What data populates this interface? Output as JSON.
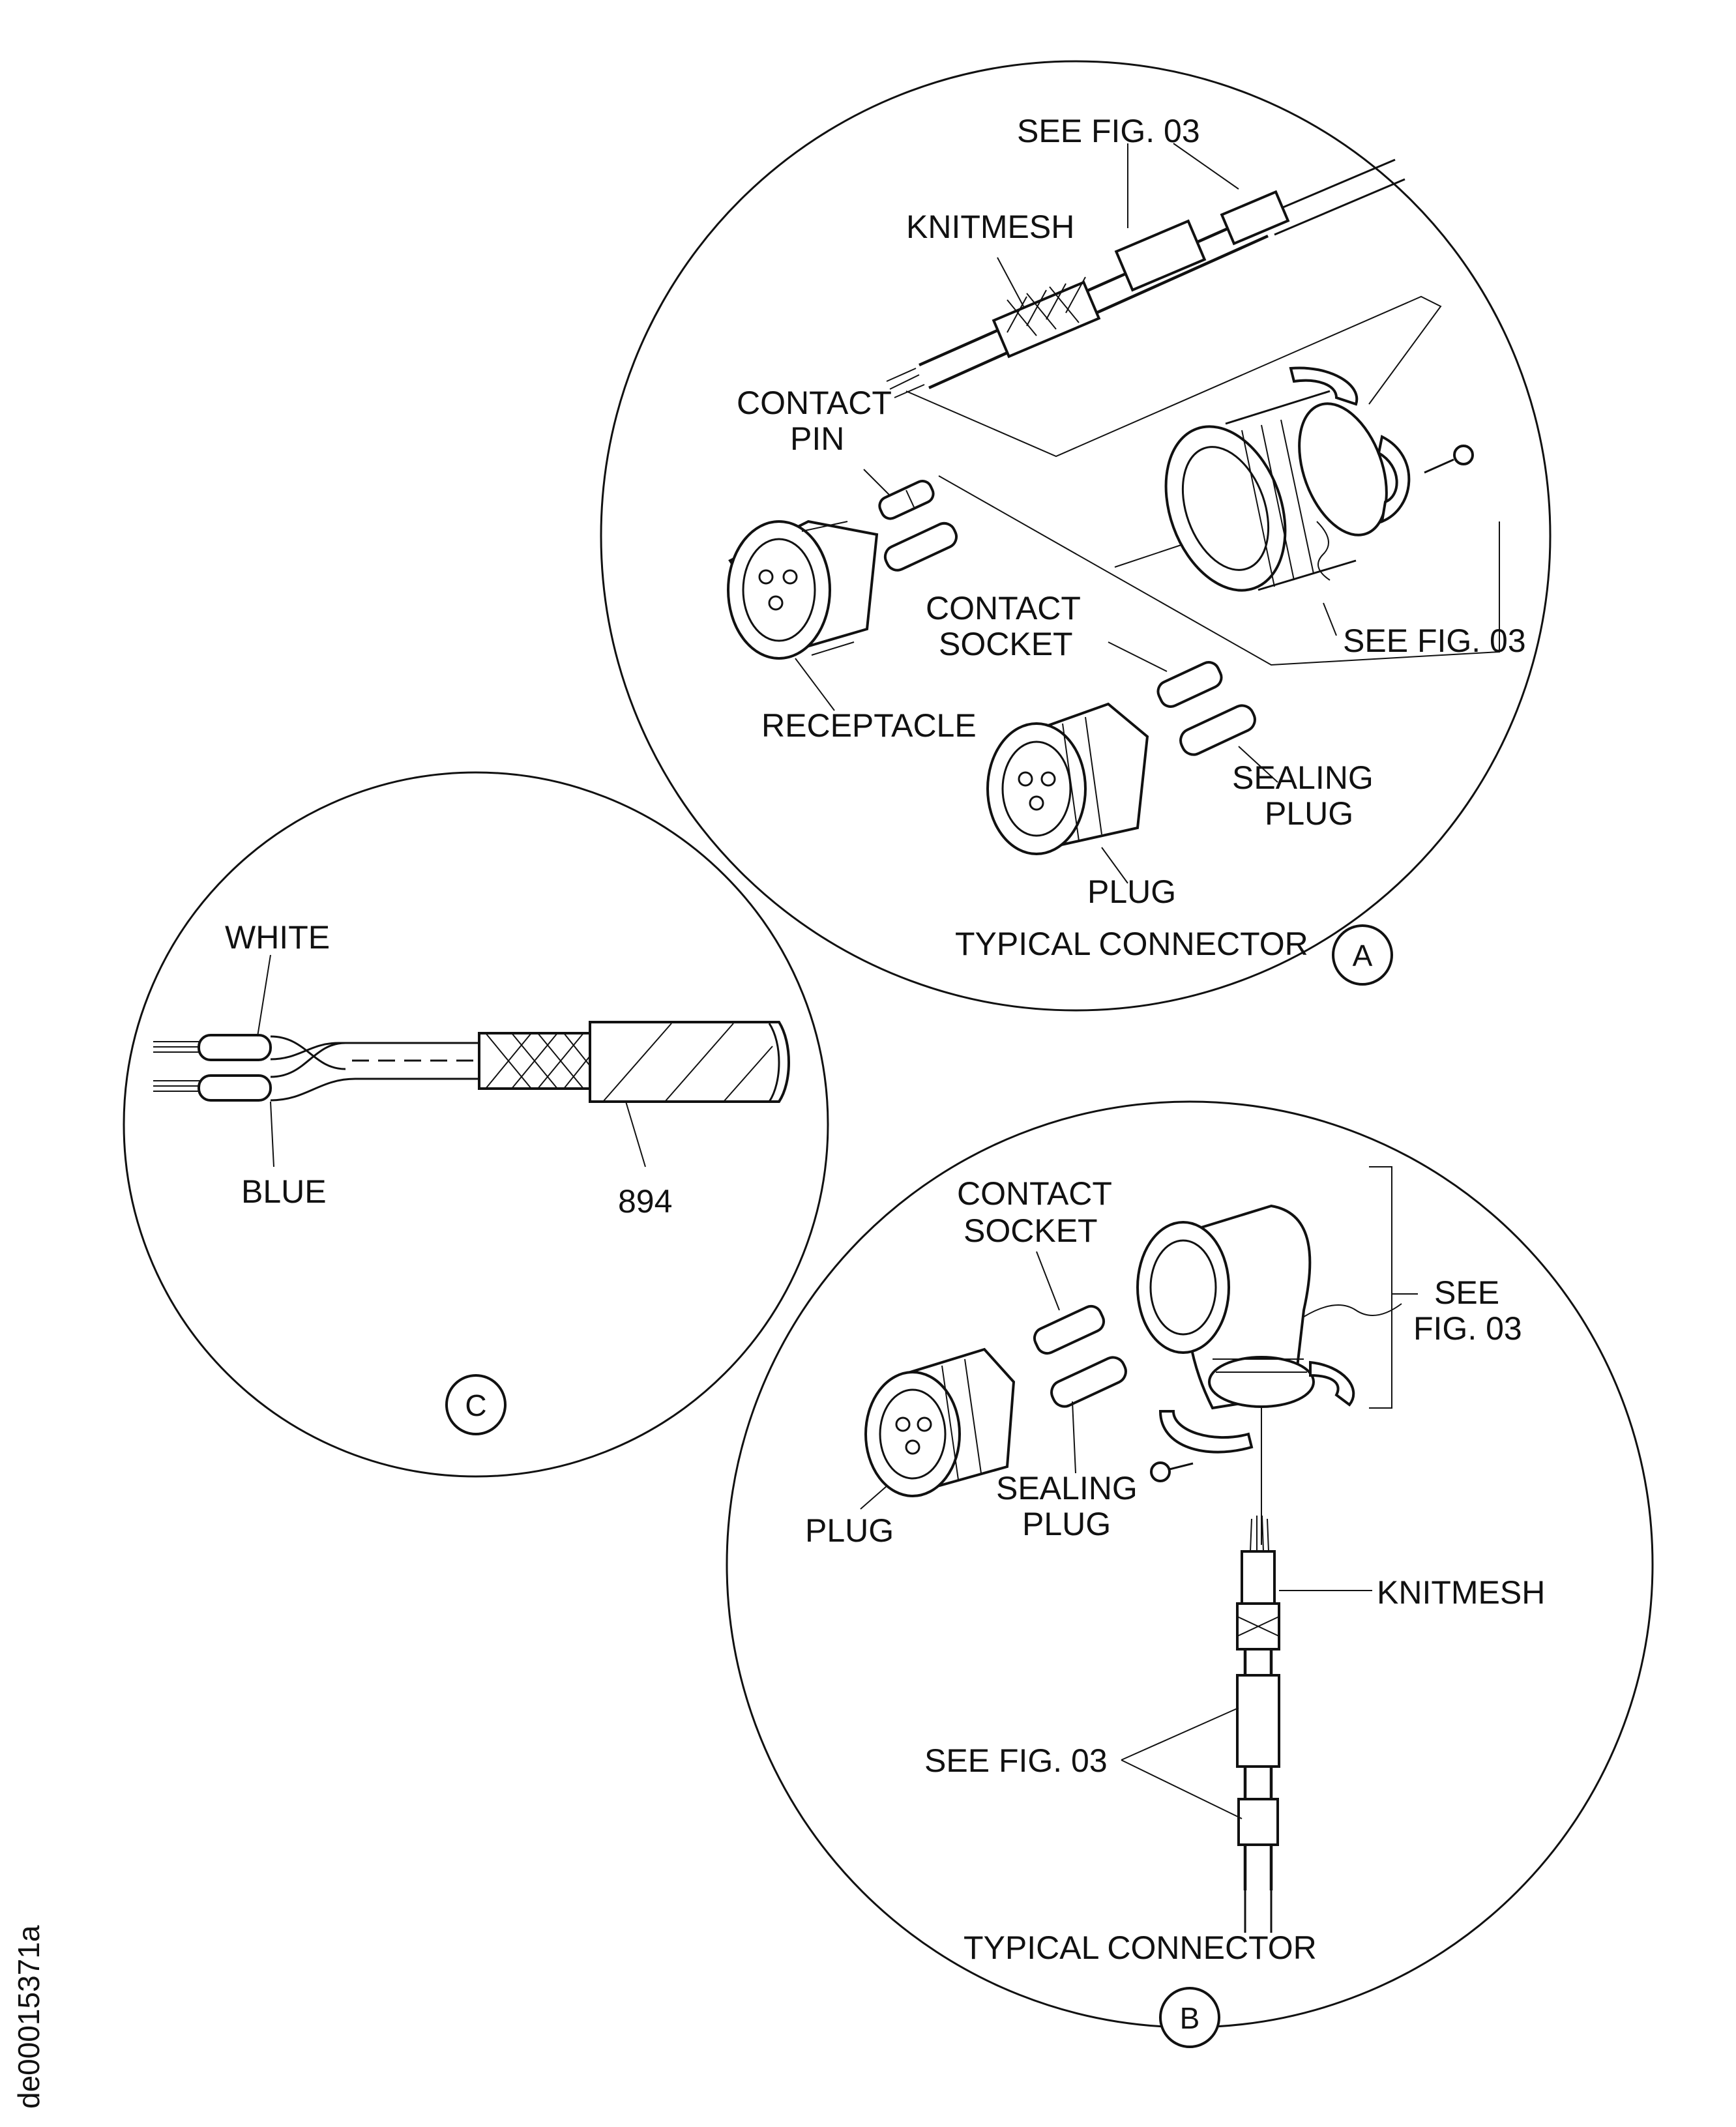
{
  "detail_a": {
    "title": "TYPICAL CONNECTOR",
    "marker": "A",
    "labels": {
      "see_fig_top": "SEE FIG. 03",
      "knitmesh": "KNITMESH",
      "contact_pin_1": "CONTACT",
      "contact_pin_2": "PIN",
      "see_fig_right": "SEE FIG. 03",
      "contact_socket_1": "CONTACT",
      "contact_socket_2": "SOCKET",
      "receptacle": "RECEPTACLE",
      "sealing_plug_1": "SEALING",
      "sealing_plug_2": "PLUG",
      "plug": "PLUG"
    }
  },
  "detail_b": {
    "title": "TYPICAL CONNECTOR",
    "marker": "B",
    "labels": {
      "contact_socket_1": "CONTACT",
      "contact_socket_2": "SOCKET",
      "see_fig_1": "SEE",
      "see_fig_2": "FIG. 03",
      "plug": "PLUG",
      "sealing_plug_1": "SEALING",
      "sealing_plug_2": "PLUG",
      "knitmesh": "KNITMESH",
      "see_fig_bottom": "SEE FIG. 03"
    }
  },
  "detail_c": {
    "marker": "C",
    "labels": {
      "white": "WHITE",
      "blue": "BLUE",
      "cable_ref": "894"
    }
  },
  "figure_id": "de00015371a"
}
